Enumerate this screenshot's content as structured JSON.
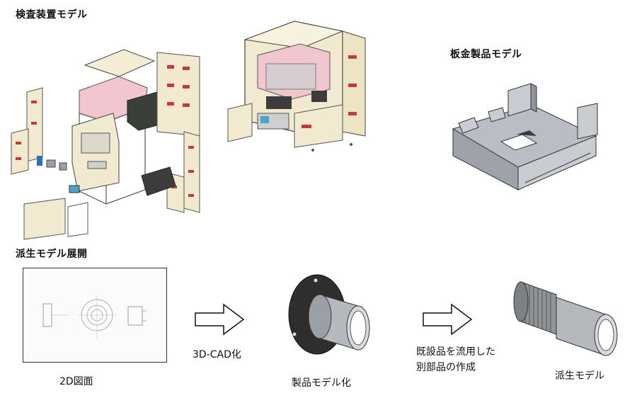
{
  "sections": {
    "inspection_model": "検査装置モデル",
    "sheet_metal_model": "板金製品モデル",
    "derived_model_expansion": "派生モデル展開"
  },
  "flow": {
    "drawing_caption": "2D図面",
    "step1_label": "3D-CAD化",
    "product_caption": "製品モデル化",
    "step2_label_line1": "既設品を流用した",
    "step2_label_line2": "別部品の作成",
    "derived_caption": "派生モデル"
  },
  "colors": {
    "cream": "#f1ead0",
    "gray": "#9aa0a6",
    "dark": "#2b2b2b",
    "pink": "#f1c6cf"
  }
}
